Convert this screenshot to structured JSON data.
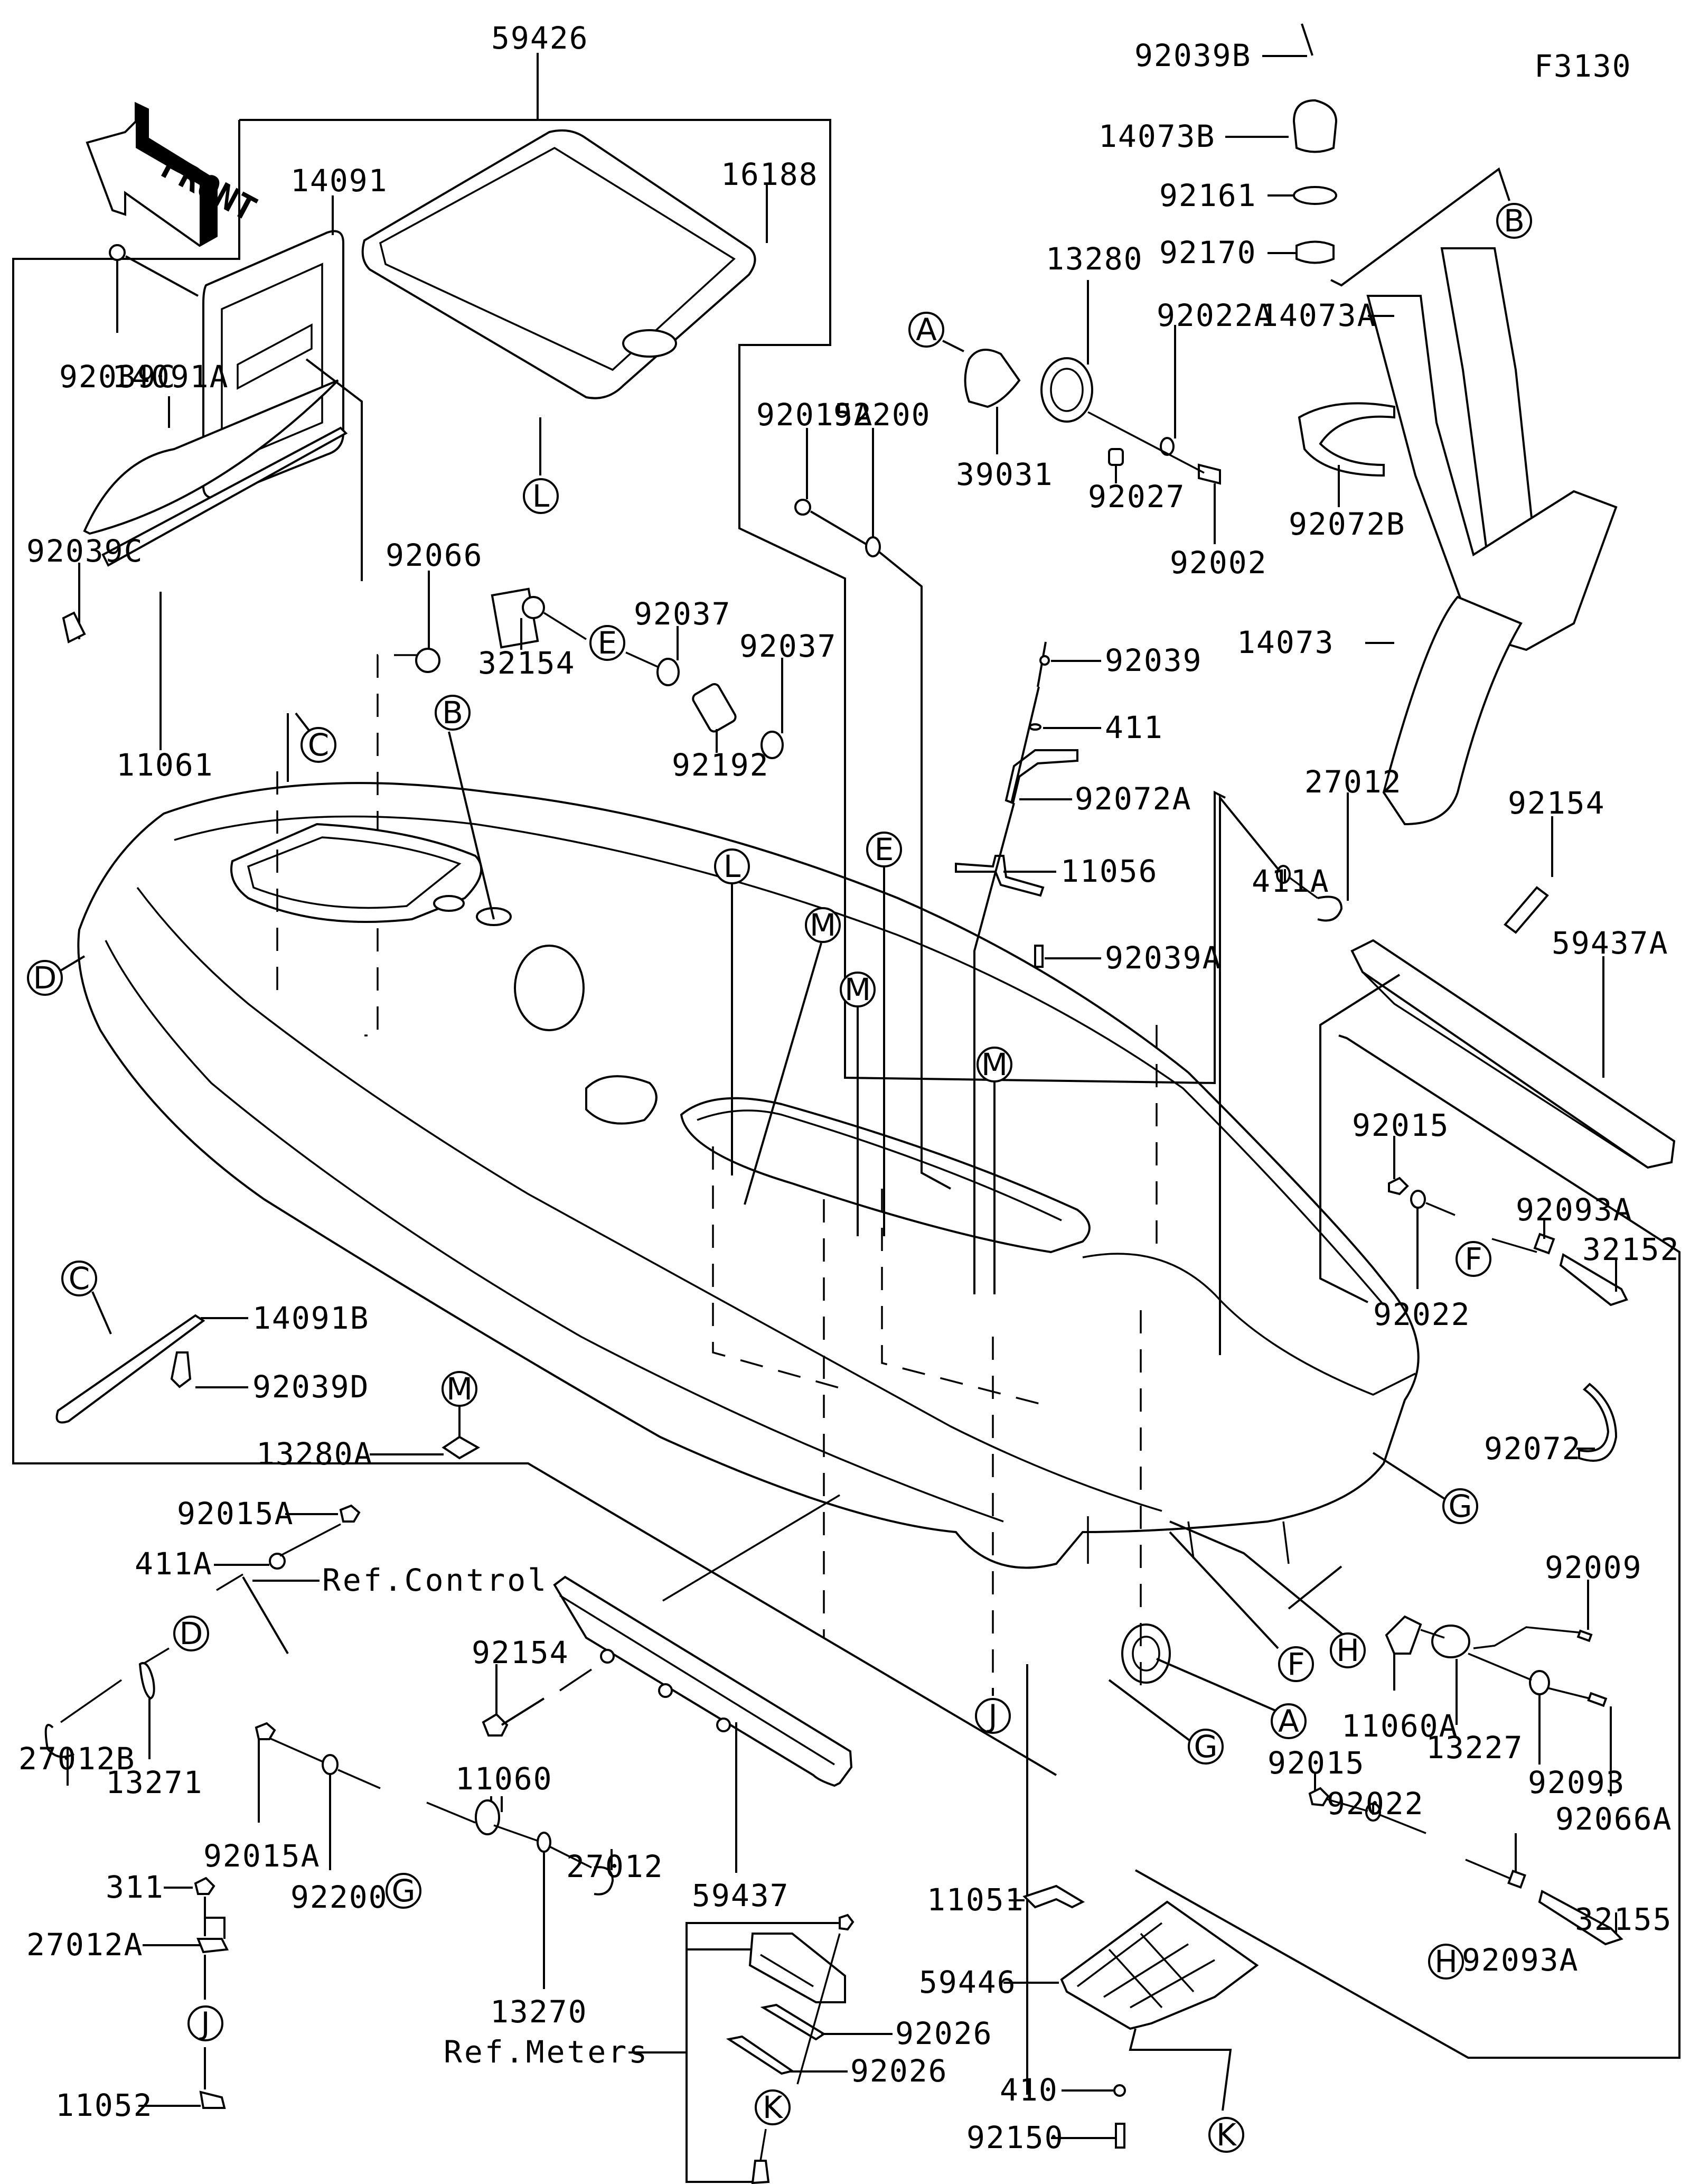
{
  "diagram": {
    "figure_code": "F3130",
    "front_arrow_text": "FRONT",
    "part_numbers": {
      "p59426": "59426",
      "p92039B": "92039B",
      "p14073B": "14073B",
      "p92161": "92161",
      "p92170": "92170",
      "p14091": "14091",
      "p16188": "16188",
      "p92039C_top": "92039C",
      "p14073A": "14073A",
      "p13280": "13280",
      "p92022A": "92022A",
      "p39031": "39031",
      "p92027": "92027",
      "p92002": "92002",
      "p92072B": "92072B",
      "p92015A_top": "92015A",
      "p92200_top": "92200",
      "p14091A": "14091A",
      "p92039C_left": "92039C",
      "p92066": "92066",
      "p32154": "32154",
      "p92037_a": "92037",
      "p92037_b": "92037",
      "p11061": "11061",
      "p92192": "92192",
      "p14073": "14073",
      "p92039": "92039",
      "p411": "411",
      "p92072A": "92072A",
      "p27012_top": "27012",
      "p92154_right": "92154",
      "p411A_right": "411A",
      "p11056": "11056",
      "p92039A": "92039A",
      "p59437A": "59437A",
      "p92015_right": "92015",
      "p92093A_top": "92093A",
      "p32152": "32152",
      "p92022_right": "92022",
      "p14091B": "14091B",
      "p92039D": "92039D",
      "p13280A": "13280A",
      "p92072": "92072",
      "p92015A_left": "92015A",
      "p411A_left": "411A",
      "p92009": "92009",
      "p92154_left": "92154",
      "p11060A": "11060A",
      "p27012B": "27012B",
      "p13271": "13271",
      "p13227": "13227",
      "p92093": "92093",
      "p92066A": "92066A",
      "p11060": "11060",
      "p92015_bottom": "92015",
      "p92022_bottom": "92022",
      "p92015A_bottom": "92015A",
      "p92200_bottom": "92200",
      "p27012_bottom": "27012",
      "p59437": "59437",
      "p311": "311",
      "p11051": "11051",
      "p92093A_bottom": "92093A",
      "p32155": "32155",
      "p27012A": "27012A",
      "p59446": "59446",
      "p13270": "13270",
      "p92026_a": "92026",
      "p92026_b": "92026",
      "p410": "410",
      "p11052": "11052",
      "p92150": "92150"
    },
    "references": {
      "ref_control": "Ref.Control",
      "ref_meters": "Ref.Meters"
    },
    "callouts": {
      "A": "A",
      "B": "B",
      "C": "C",
      "D": "D",
      "E": "E",
      "F": "F",
      "G": "G",
      "H": "H",
      "J": "J",
      "K": "K",
      "L": "L",
      "M": "M"
    }
  }
}
